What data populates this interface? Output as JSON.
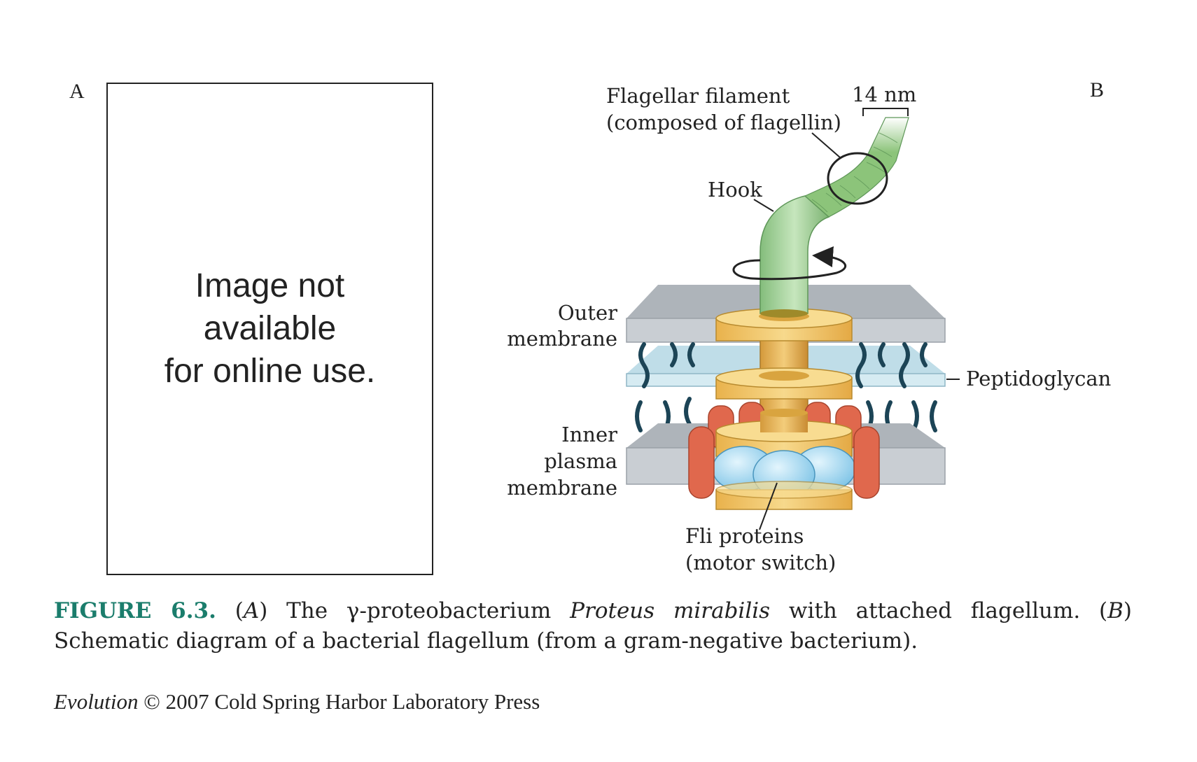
{
  "panel_a": {
    "letter": "A",
    "placeholder_lines": [
      "Image not",
      "available",
      "for online use."
    ]
  },
  "panel_b": {
    "letter": "B",
    "labels": {
      "filament_line1": "Flagellar filament",
      "filament_line2": "(composed of flagellin)",
      "width": "14 nm",
      "hook": "Hook",
      "outer_membrane_line1": "Outer",
      "outer_membrane_line2": "membrane",
      "peptidoglycan": "Peptidoglycan",
      "inner_line1": "Inner",
      "inner_line2": "plasma",
      "inner_line3": "membrane",
      "fli_line1": "Fli proteins",
      "fli_line2": "(motor switch)"
    }
  },
  "caption": {
    "figure_number": "FIGURE 6.3.",
    "part_a_open": "(",
    "part_a_letter": "A",
    "part_a_text": ") The γ-proteobacterium ",
    "species": "Proteus mirabilis",
    "part_a_rest": " with attached flagellum. (",
    "part_b_letter": "B",
    "part_b_text": ") Schematic diagram of a bacterial flagellum (from a gram-negative bacterium)."
  },
  "credit": {
    "title": "Evolution",
    "rest": " © 2007 Cold Spring Harbor Laboratory Press"
  },
  "colors": {
    "figure_number": "#1b7d6c",
    "membrane_gray": "#c9ced3",
    "peptidoglycan_blue": "#cfe6ee",
    "ring_yellow": "#f6d27a",
    "rod_tan": "#e2b45c",
    "motor_red": "#e0684d",
    "switch_blue": "#a7d8f0",
    "hook_green": "#9fcf95",
    "filament_green": "#8cc47a",
    "lipid_tail_navy": "#1c4456"
  }
}
